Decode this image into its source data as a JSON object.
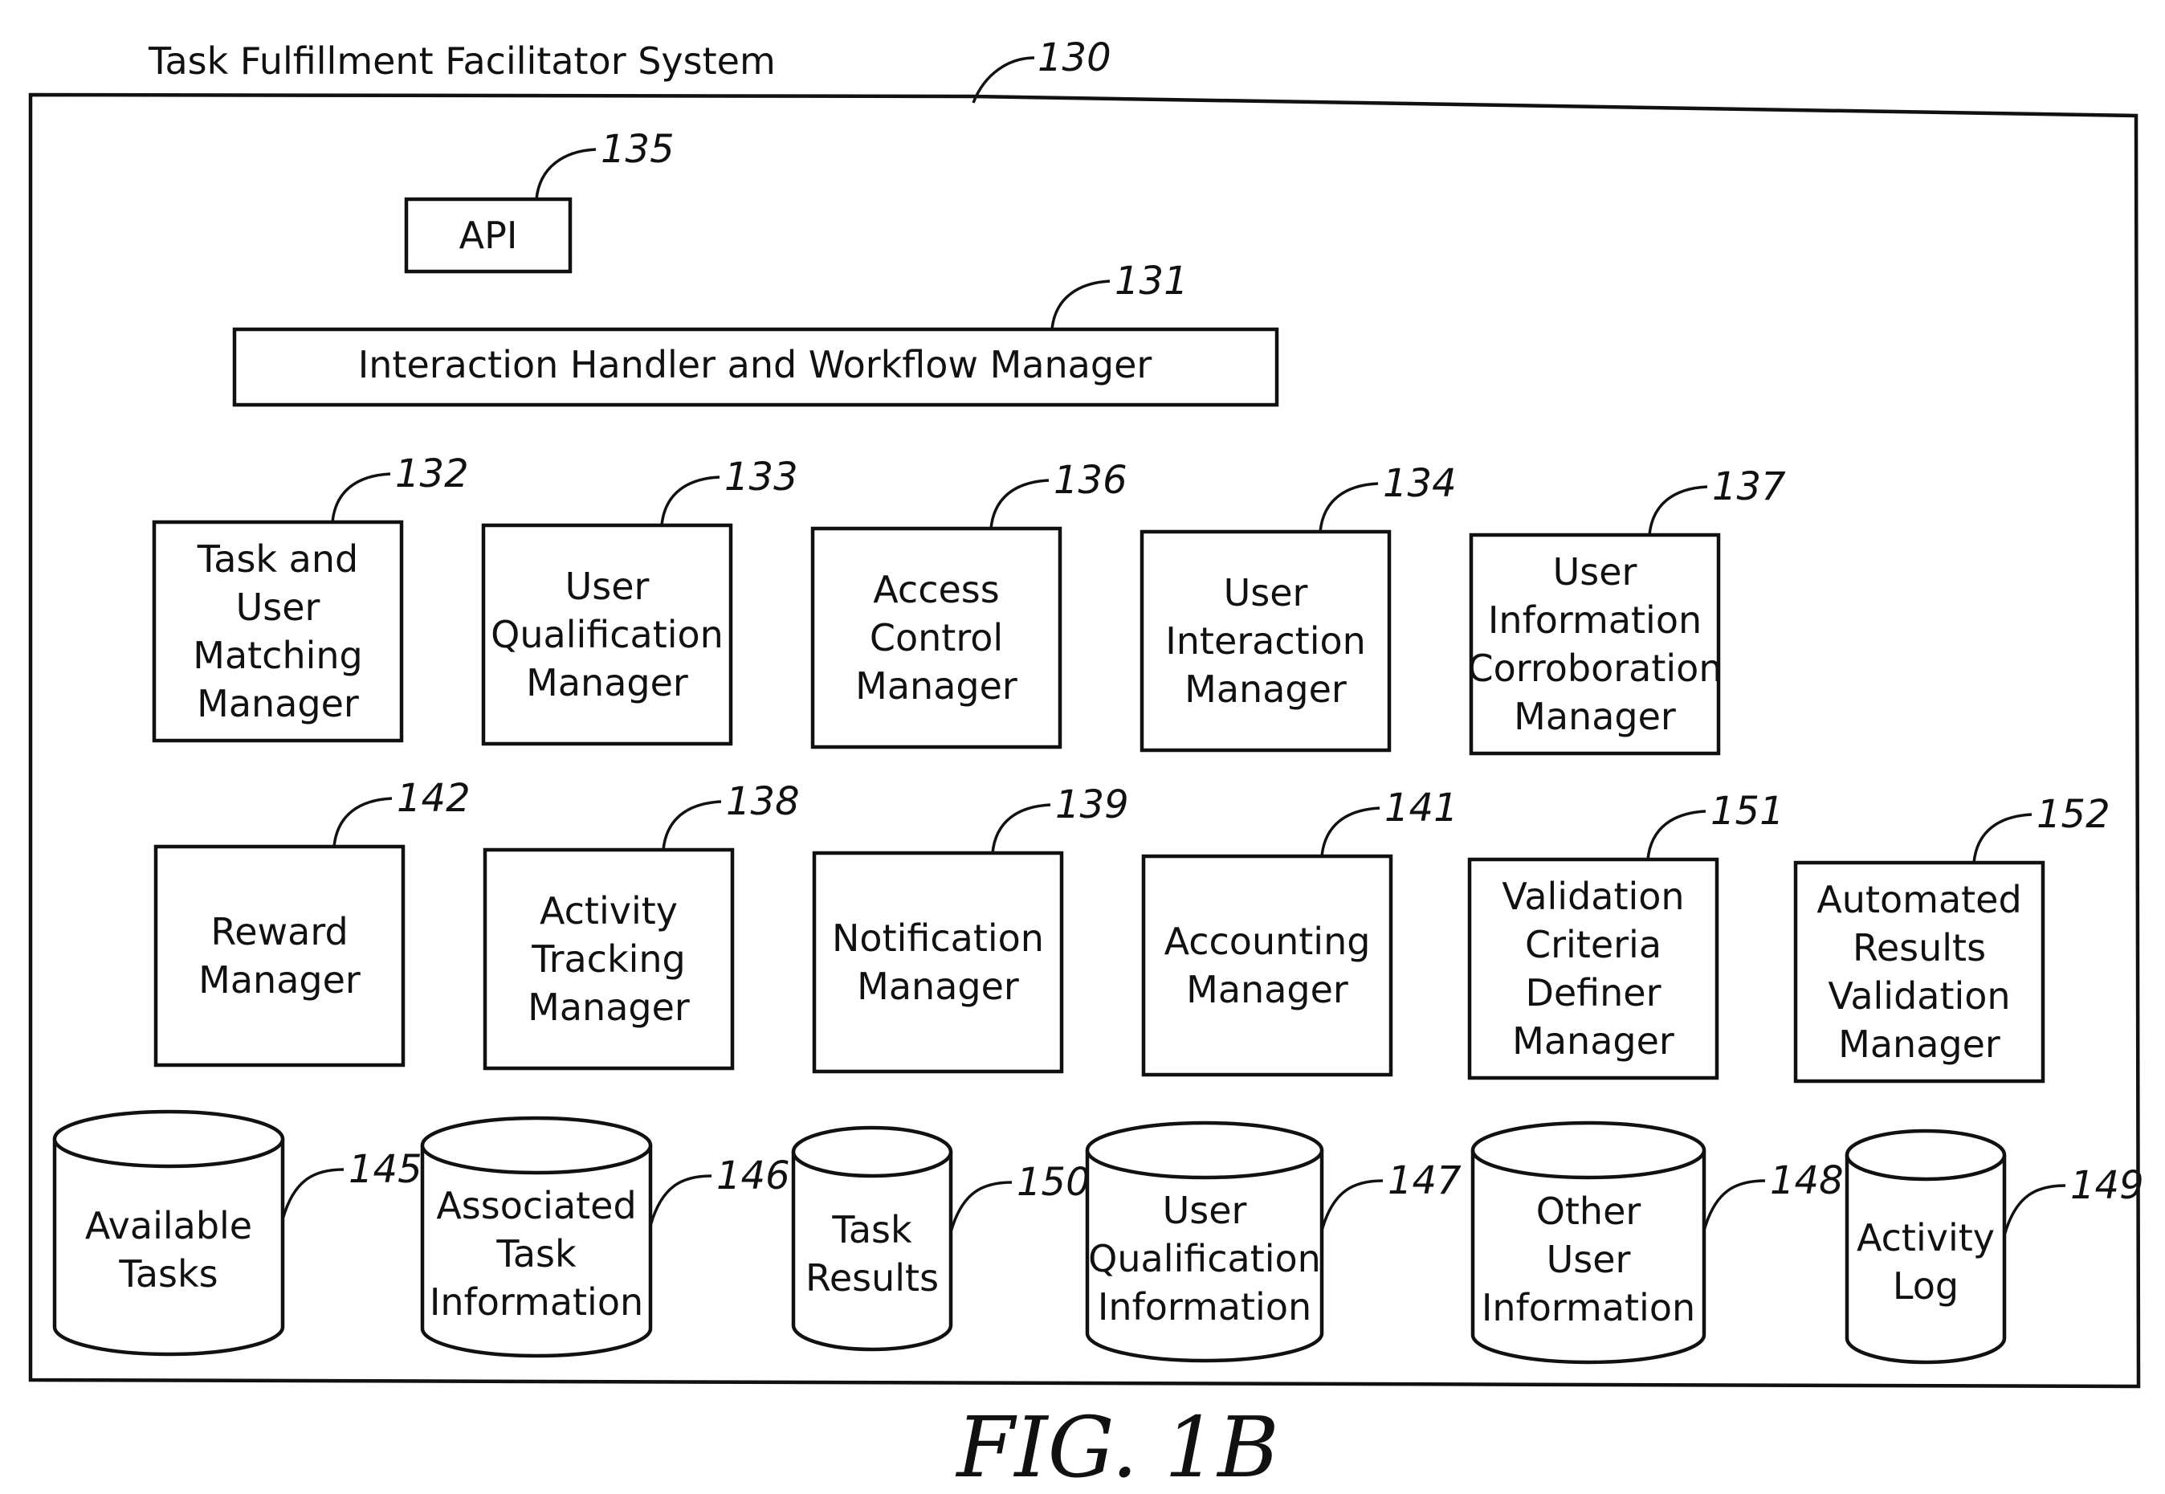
{
  "system_title": "Task Fulfillment Facilitator System",
  "system_ref": "130",
  "figure_label": "FIG. 1B",
  "api": {
    "label": "API",
    "ref": "135"
  },
  "interaction_handler": {
    "label": "Interaction Handler and Workflow Manager",
    "ref": "131"
  },
  "row1": [
    {
      "id": "task-user-matching",
      "ref": "132",
      "lines": [
        "Task and",
        "User",
        "Matching",
        "Manager"
      ]
    },
    {
      "id": "user-qualification",
      "ref": "133",
      "lines": [
        "User",
        "Qualification",
        "Manager"
      ]
    },
    {
      "id": "access-control",
      "ref": "136",
      "lines": [
        "Access",
        "Control",
        "Manager"
      ]
    },
    {
      "id": "user-interaction",
      "ref": "134",
      "lines": [
        "User",
        "Interaction",
        "Manager"
      ]
    },
    {
      "id": "user-info-corroboration",
      "ref": "137",
      "lines": [
        "User",
        "Information",
        "Corroboration",
        "Manager"
      ]
    }
  ],
  "row2": [
    {
      "id": "reward",
      "ref": "142",
      "lines": [
        "Reward",
        "Manager"
      ]
    },
    {
      "id": "activity-tracking",
      "ref": "138",
      "lines": [
        "Activity",
        "Tracking",
        "Manager"
      ]
    },
    {
      "id": "notification",
      "ref": "139",
      "lines": [
        "Notification",
        "Manager"
      ]
    },
    {
      "id": "accounting",
      "ref": "141",
      "lines": [
        "Accounting",
        "Manager"
      ]
    },
    {
      "id": "validation-criteria",
      "ref": "151",
      "lines": [
        "Validation",
        "Criteria",
        "Definer",
        "Manager"
      ]
    },
    {
      "id": "automated-results",
      "ref": "152",
      "lines": [
        "Automated",
        "Results",
        "Validation",
        "Manager"
      ]
    }
  ],
  "databases": [
    {
      "id": "available-tasks",
      "ref": "145",
      "lines": [
        "Available",
        "Tasks"
      ]
    },
    {
      "id": "associated-task-info",
      "ref": "146",
      "lines": [
        "Associated",
        "Task",
        "Information"
      ]
    },
    {
      "id": "task-results",
      "ref": "150",
      "lines": [
        "Task",
        "Results"
      ]
    },
    {
      "id": "user-qualification-info",
      "ref": "147",
      "lines": [
        "User",
        "Qualification",
        "Information"
      ]
    },
    {
      "id": "other-user-info",
      "ref": "148",
      "lines": [
        "Other",
        "User",
        "Information"
      ]
    },
    {
      "id": "activity-log",
      "ref": "149",
      "lines": [
        "Activity",
        "Log"
      ]
    }
  ]
}
